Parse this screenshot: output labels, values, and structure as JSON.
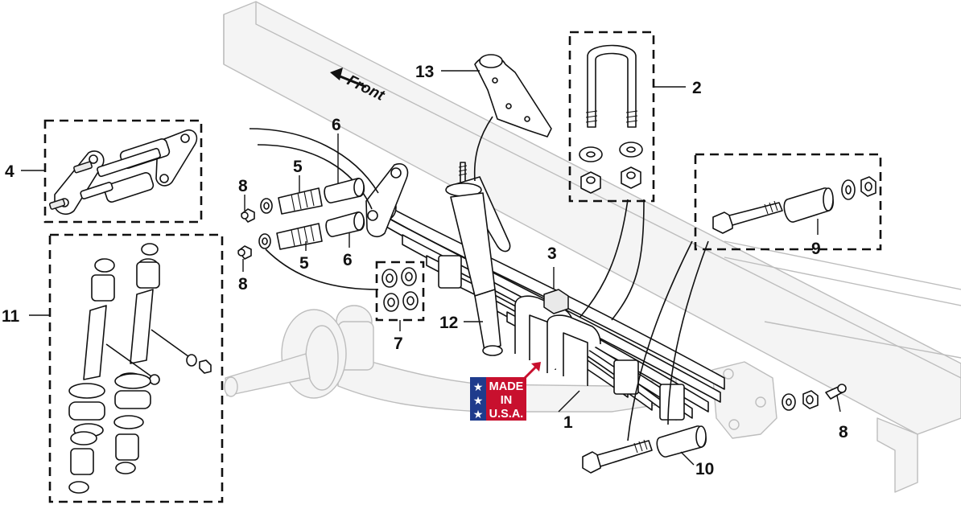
{
  "diagram": {
    "direction_label": "Front",
    "badge": {
      "lines": [
        "MADE",
        "IN",
        "U.S.A."
      ],
      "colors": {
        "blue": "#1f3b8c",
        "red": "#c8102e",
        "white": "#ffffff"
      }
    },
    "callouts": {
      "c1": "1",
      "c2": "2",
      "c3": "3",
      "c4": "4",
      "c5a": "5",
      "c5b": "5",
      "c6a": "6",
      "c6b": "6",
      "c7": "7",
      "c8a": "8",
      "c8b": "8",
      "c8c": "8",
      "c9": "9",
      "c10": "10",
      "c11": "11",
      "c12": "12",
      "c13": "13"
    }
  }
}
